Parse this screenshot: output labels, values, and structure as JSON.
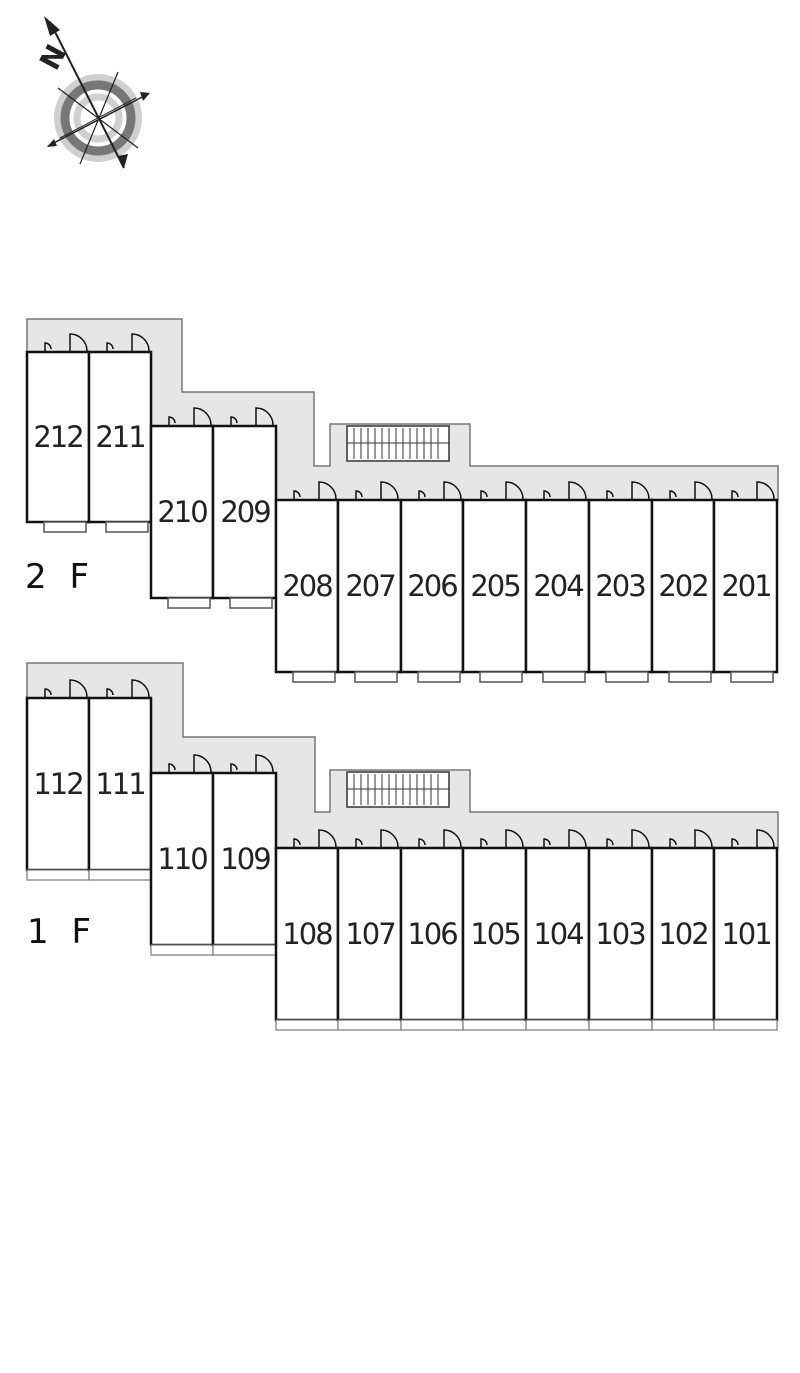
{
  "compass": {
    "north_label": "N",
    "icon": "compass-icon"
  },
  "floors": [
    {
      "label": "2 F",
      "units": [
        {
          "number": "212"
        },
        {
          "number": "211"
        },
        {
          "number": "210"
        },
        {
          "number": "209"
        },
        {
          "number": "208"
        },
        {
          "number": "207"
        },
        {
          "number": "206"
        },
        {
          "number": "205"
        },
        {
          "number": "204"
        },
        {
          "number": "203"
        },
        {
          "number": "202"
        },
        {
          "number": "201"
        }
      ]
    },
    {
      "label": "1 F",
      "units": [
        {
          "number": "112"
        },
        {
          "number": "111"
        },
        {
          "number": "110"
        },
        {
          "number": "109"
        },
        {
          "number": "108"
        },
        {
          "number": "107"
        },
        {
          "number": "106"
        },
        {
          "number": "105"
        },
        {
          "number": "104"
        },
        {
          "number": "103"
        },
        {
          "number": "102"
        },
        {
          "number": "101"
        }
      ]
    }
  ],
  "colors": {
    "corridor": "#e6e6e6",
    "wall": "#111111",
    "outline": "#777777"
  }
}
